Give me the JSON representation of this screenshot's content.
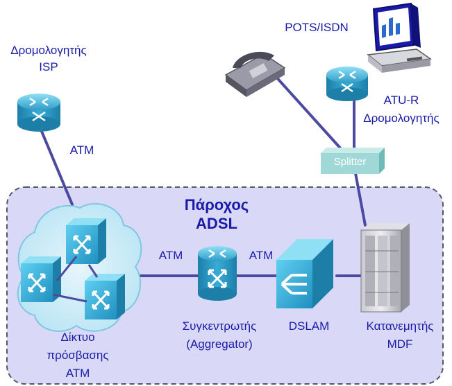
{
  "title": [
    "Πάροχος",
    "ADSL"
  ],
  "isp_router": [
    "Δρομολογητής",
    "ISP"
  ],
  "link_atm_top": "ATM",
  "link_atm_left": "ATM",
  "link_atm_right": "ATM",
  "pots_isdn": "POTS/ISDN",
  "atu_r": [
    "ATU-R",
    "Δρομολογητής"
  ],
  "splitter": "Splitter",
  "aggregator": [
    "Συγκεντρωτής",
    "(Aggregator)"
  ],
  "dslam": "DSLAM",
  "mdf": [
    "Κατανεμητής",
    "MDF"
  ],
  "access_network": [
    "Δίκτυο",
    "πρόσβασης",
    "ATM"
  ],
  "colors": {
    "provider_region": "#d9d9f7",
    "link": "#4b4aa0",
    "text": "#1a1aa8",
    "router": "#3aa0c8",
    "switch": "#2bb0d6",
    "splitter": "#9fd8d6"
  }
}
